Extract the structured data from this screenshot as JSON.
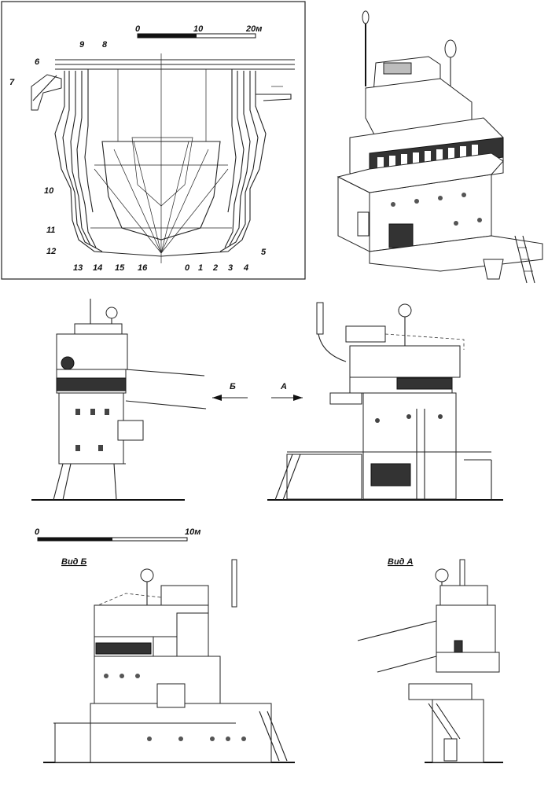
{
  "body_plan": {
    "scale": {
      "ticks": [
        "0",
        "10",
        "20м"
      ]
    },
    "frame_labels": [
      "6",
      "7",
      "8",
      "9",
      "10",
      "11",
      "12",
      "13",
      "14",
      "15",
      "16",
      "0",
      "1",
      "2",
      "3",
      "4",
      "5"
    ]
  },
  "arrows": {
    "left_label": "Б",
    "right_label": "А"
  },
  "scale_10m": {
    "ticks": [
      "0",
      "10м"
    ]
  },
  "views": {
    "view_b_title": "Вид Б",
    "view_a_title": "Вид А"
  }
}
